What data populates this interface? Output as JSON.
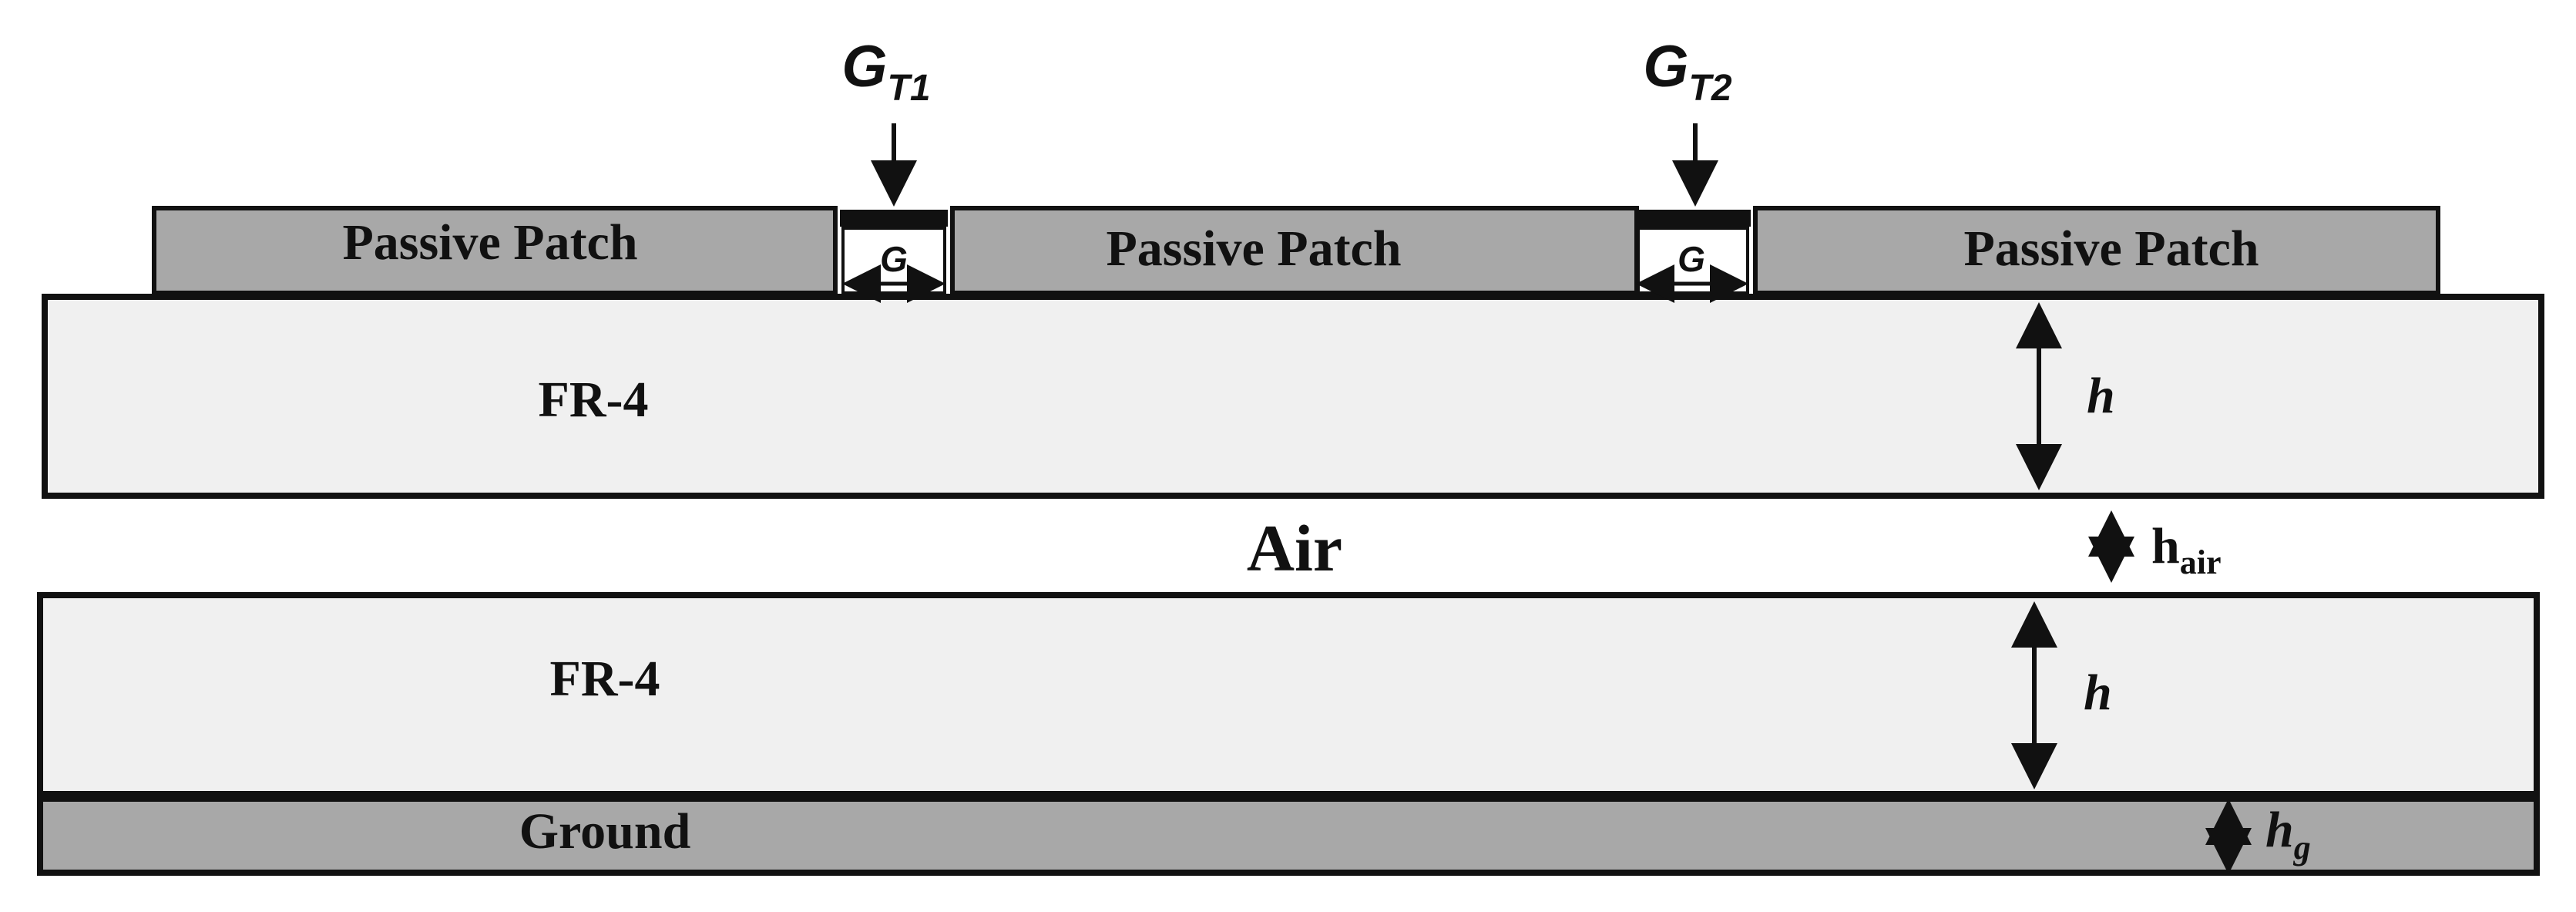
{
  "layers": {
    "passive_patch_1": "Passive Patch",
    "passive_patch_2": "Passive Patch",
    "passive_patch_3": "Passive Patch",
    "substrate_top": "FR-4",
    "air": "Air",
    "substrate_bottom": "FR-4",
    "ground": "Ground"
  },
  "gaps": {
    "gap_1_symbol": "G",
    "gap_1_subscript": "T1",
    "gap_2_symbol": "G",
    "gap_2_subscript": "T2",
    "gap_width_1": "G",
    "gap_width_2": "G"
  },
  "dimensions": {
    "h_top": "h",
    "h_air_base": "h",
    "h_air_sub": "air",
    "h_bottom": "h",
    "h_ground_base": "h",
    "h_ground_sub": "g"
  },
  "colors": {
    "patch_fill": "#a8a8a8",
    "substrate_fill": "#f0f0f0",
    "ground_fill": "#a8a8a8",
    "outline": "#111111",
    "gap_fill": "#ffffff"
  }
}
